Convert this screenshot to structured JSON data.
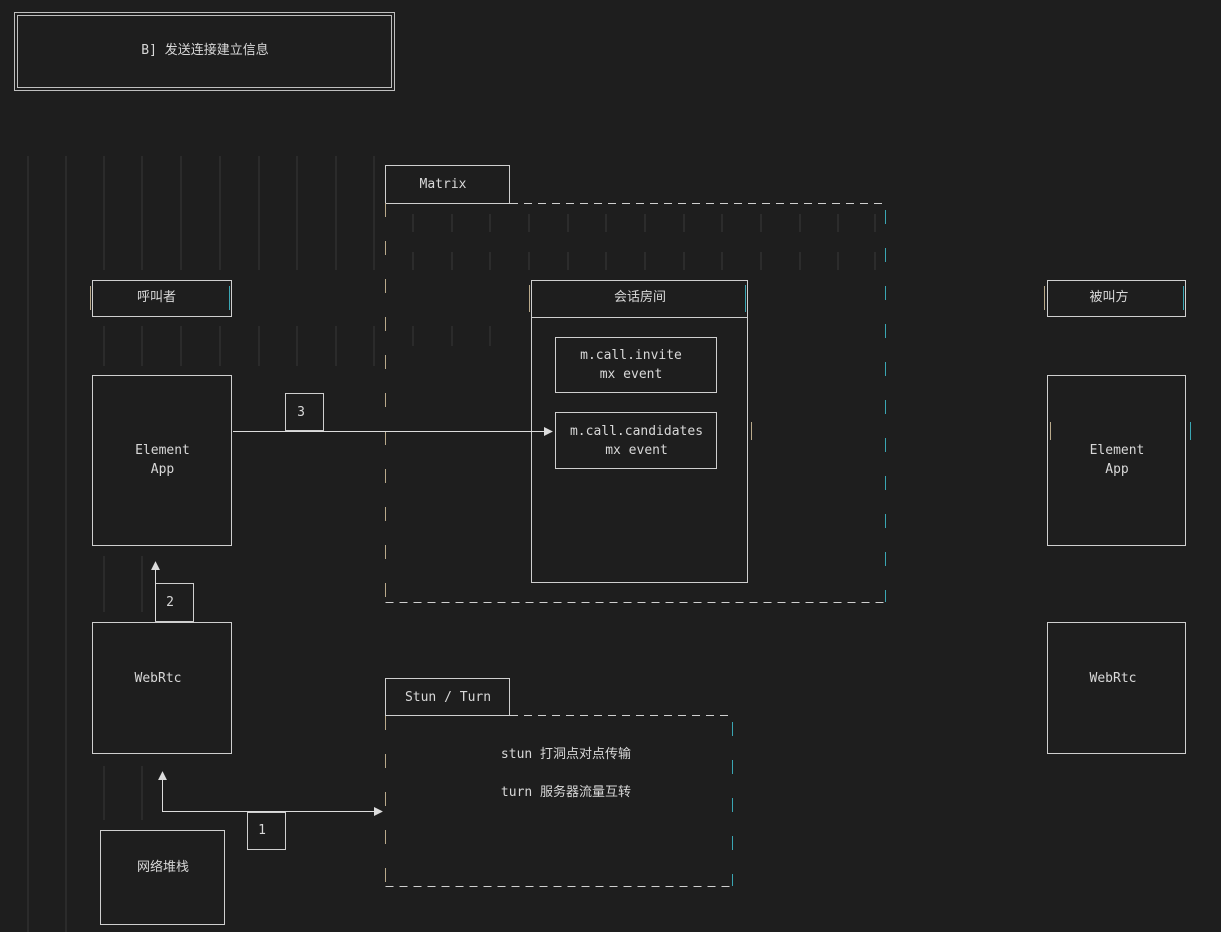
{
  "title": "B] 发送连接建立信息",
  "caller": {
    "label": "呼叫者",
    "app": "Element\nApp",
    "webrtc": "WebRtc",
    "netstack": "网络堆栈"
  },
  "callee": {
    "label": "被叫方",
    "app": "Element\nApp",
    "webrtc": "WebRtc"
  },
  "matrix": {
    "label": "Matrix",
    "room_label": "会话房间",
    "event_invite": "m.call.invite\nmx event",
    "event_candidates": "m.call.candidates\nmx event"
  },
  "stun_turn": {
    "label": "Stun / Turn",
    "line1": "stun 打洞点对点传输",
    "line2": "turn 服务器流量互转"
  },
  "steps": [
    "1",
    "2",
    "3"
  ],
  "colors": {
    "background": "#1e1e1e",
    "line": "#cfcfcf",
    "text": "#d8d8d8",
    "cyan": "#3aa6b3",
    "pale": "#b9a98a",
    "guide": "#3a3a3a"
  }
}
